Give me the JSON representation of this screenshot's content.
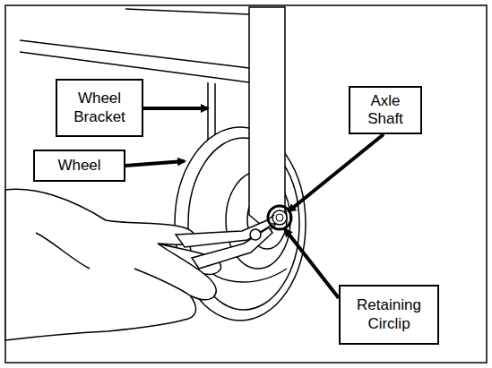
{
  "diagram": {
    "nodes": [
      {
        "text": [
          "Wheel Bracket"
        ]
      },
      {
        "text": [
          "Axle Shaft"
        ]
      },
      {
        "text": [
          "Wheel"
        ]
      },
      {
        "text": [
          "Retaining Circlip"
        ]
      }
    ]
  }
}
